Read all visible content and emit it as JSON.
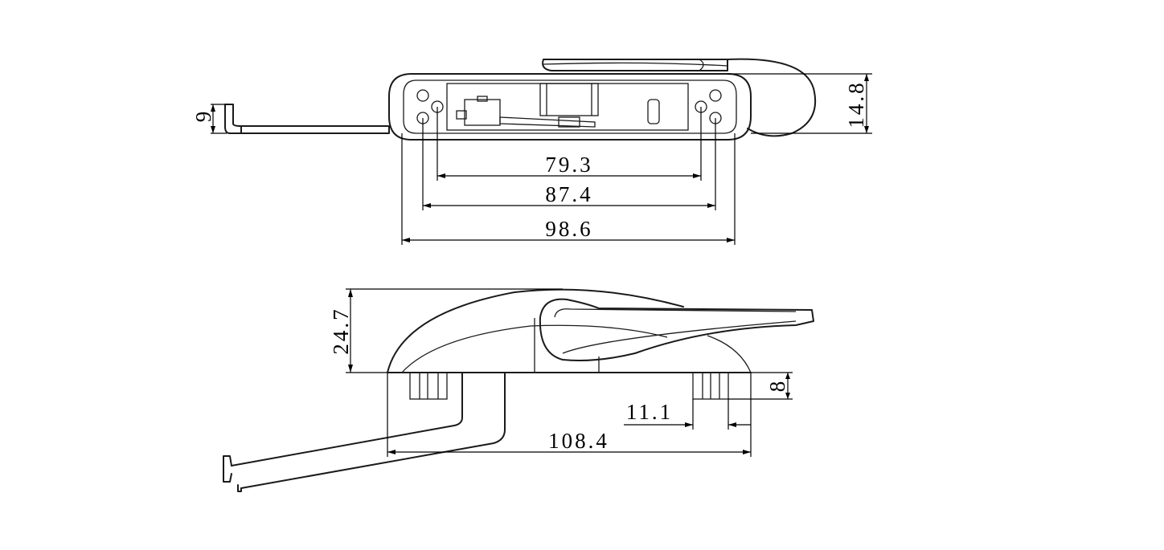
{
  "dimensions": {
    "top_view": {
      "hole_spacing_inner": "79.3",
      "hole_spacing_outer": "87.4",
      "base_length": "98.6",
      "base_height": "14.8",
      "arm_hook_height": "9"
    },
    "side_view": {
      "overall_height": "24.7",
      "post_height": "8",
      "post_width": "11.1",
      "overall_length": "108.4"
    }
  }
}
